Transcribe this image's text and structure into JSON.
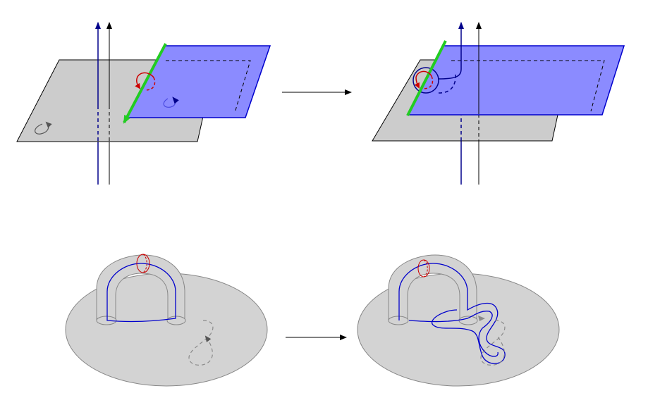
{
  "figure": {
    "panels": [
      {
        "id": "top-left",
        "description_role": "planes-before"
      },
      {
        "id": "top-right",
        "description_role": "planes-after"
      },
      {
        "id": "bottom-left",
        "description_role": "handle-before"
      },
      {
        "id": "bottom-right",
        "description_role": "handle-after"
      }
    ],
    "arrows": [
      {
        "id": "top-arrow"
      },
      {
        "id": "bottom-arrow"
      }
    ]
  },
  "colors": {
    "gray_plane": "#cccccc",
    "blue_plane": "#8b8bff",
    "blue_stroke": "#0000cc",
    "dark_blue": "#00008b",
    "green": "#22cc22",
    "red": "#cc0000",
    "surface": "#d3d3d3",
    "black": "#000000",
    "dashed_gray": "#8a8a8a"
  }
}
